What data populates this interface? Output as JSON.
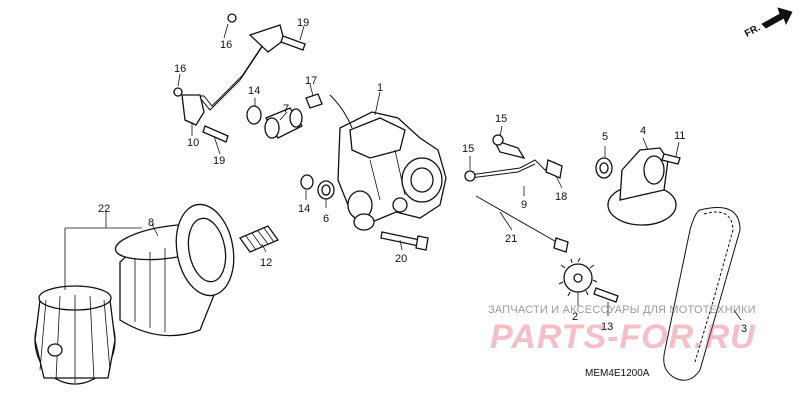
{
  "diagram": {
    "code": "MEM4E1200A",
    "direction_label": "FR.",
    "watermark": {
      "subtitle": "ЗАПЧАСТИ И АКСЕССУАРЫ ДЛЯ МОТОТЕХНИКИ",
      "brand": "PARTS-FOR.RU"
    },
    "callouts": {
      "c1": "1",
      "c2": "2",
      "c3": "3",
      "c4": "4",
      "c5": "5",
      "c6": "6",
      "c7": "7",
      "c8": "8",
      "c9": "9",
      "c10": "10",
      "c11": "11",
      "c12": "12",
      "c13": "13",
      "c14a": "14",
      "c14b": "14",
      "c15a": "15",
      "c15b": "15",
      "c16a": "16",
      "c16b": "16",
      "c17": "17",
      "c18": "18",
      "c19a": "19",
      "c19b": "19",
      "c20": "20",
      "c21": "21",
      "c22": "22"
    }
  }
}
